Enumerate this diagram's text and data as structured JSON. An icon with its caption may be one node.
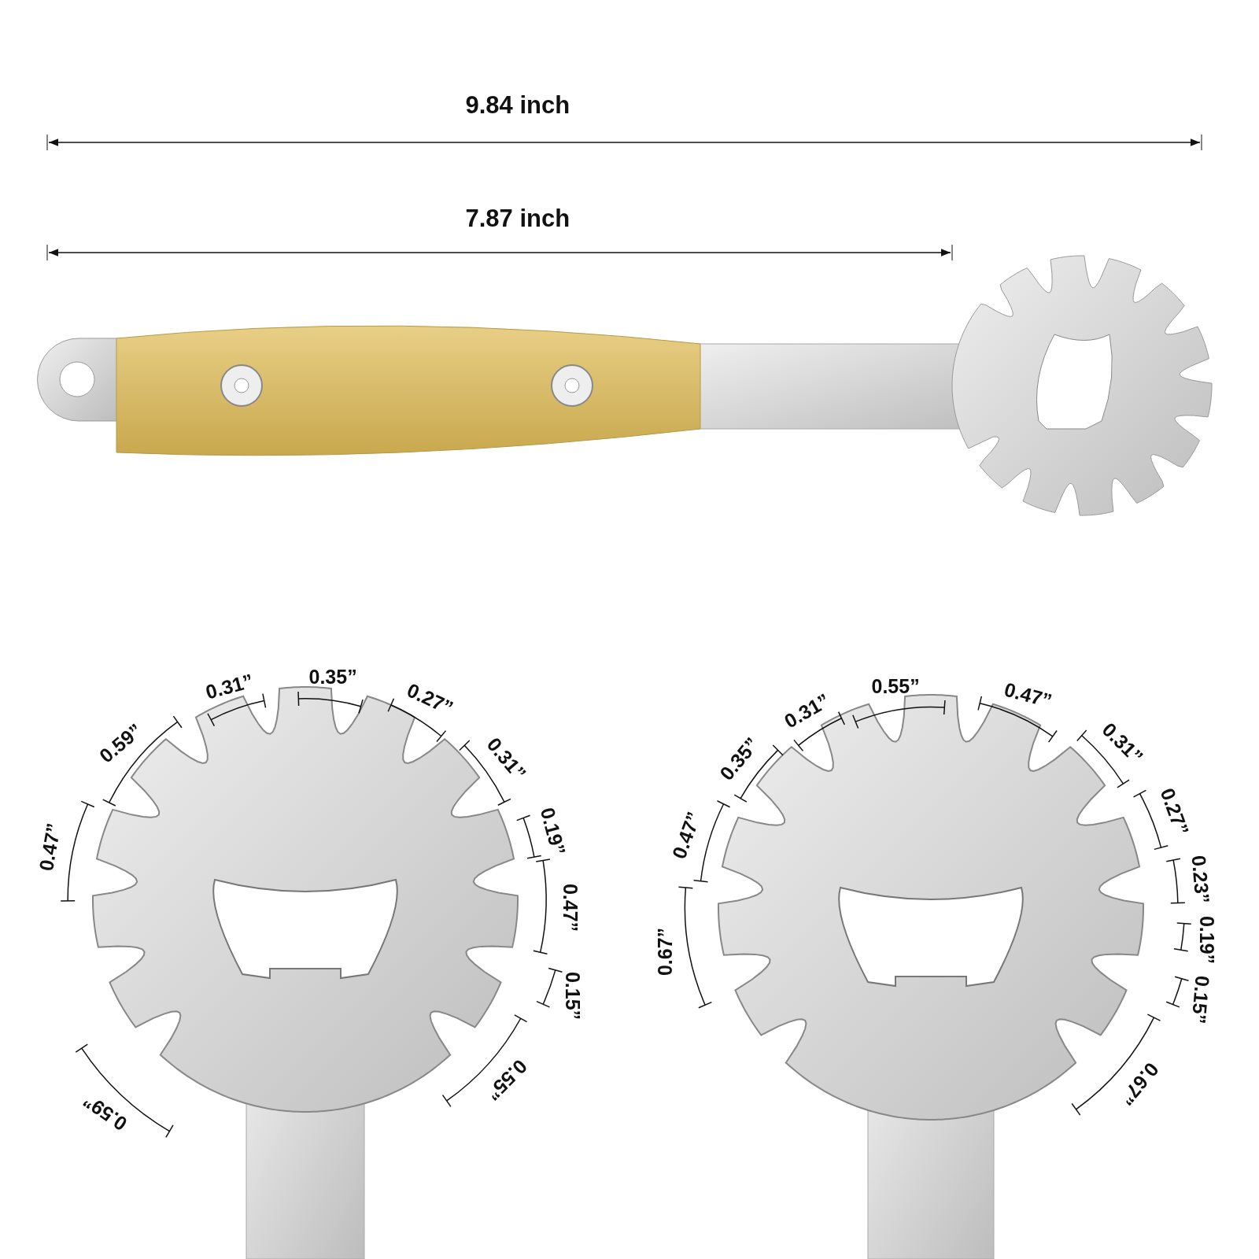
{
  "diagram": {
    "labels": [
      "9.84 inch",
      "7.87 inch",
      "0.47”",
      "0.59”",
      "0.31”",
      "0.35”",
      "0.27”",
      "0.31”",
      "0.19”",
      "0.47”",
      "0.15”",
      "0.55”",
      "0.59”",
      "0.67”",
      "0.47”",
      "0.35”",
      "0.31”",
      "0.55”",
      "0.47”",
      "0.31”",
      "0.27”",
      "0.23”",
      "0.19”",
      "0.15”",
      "0.67”"
    ]
  }
}
